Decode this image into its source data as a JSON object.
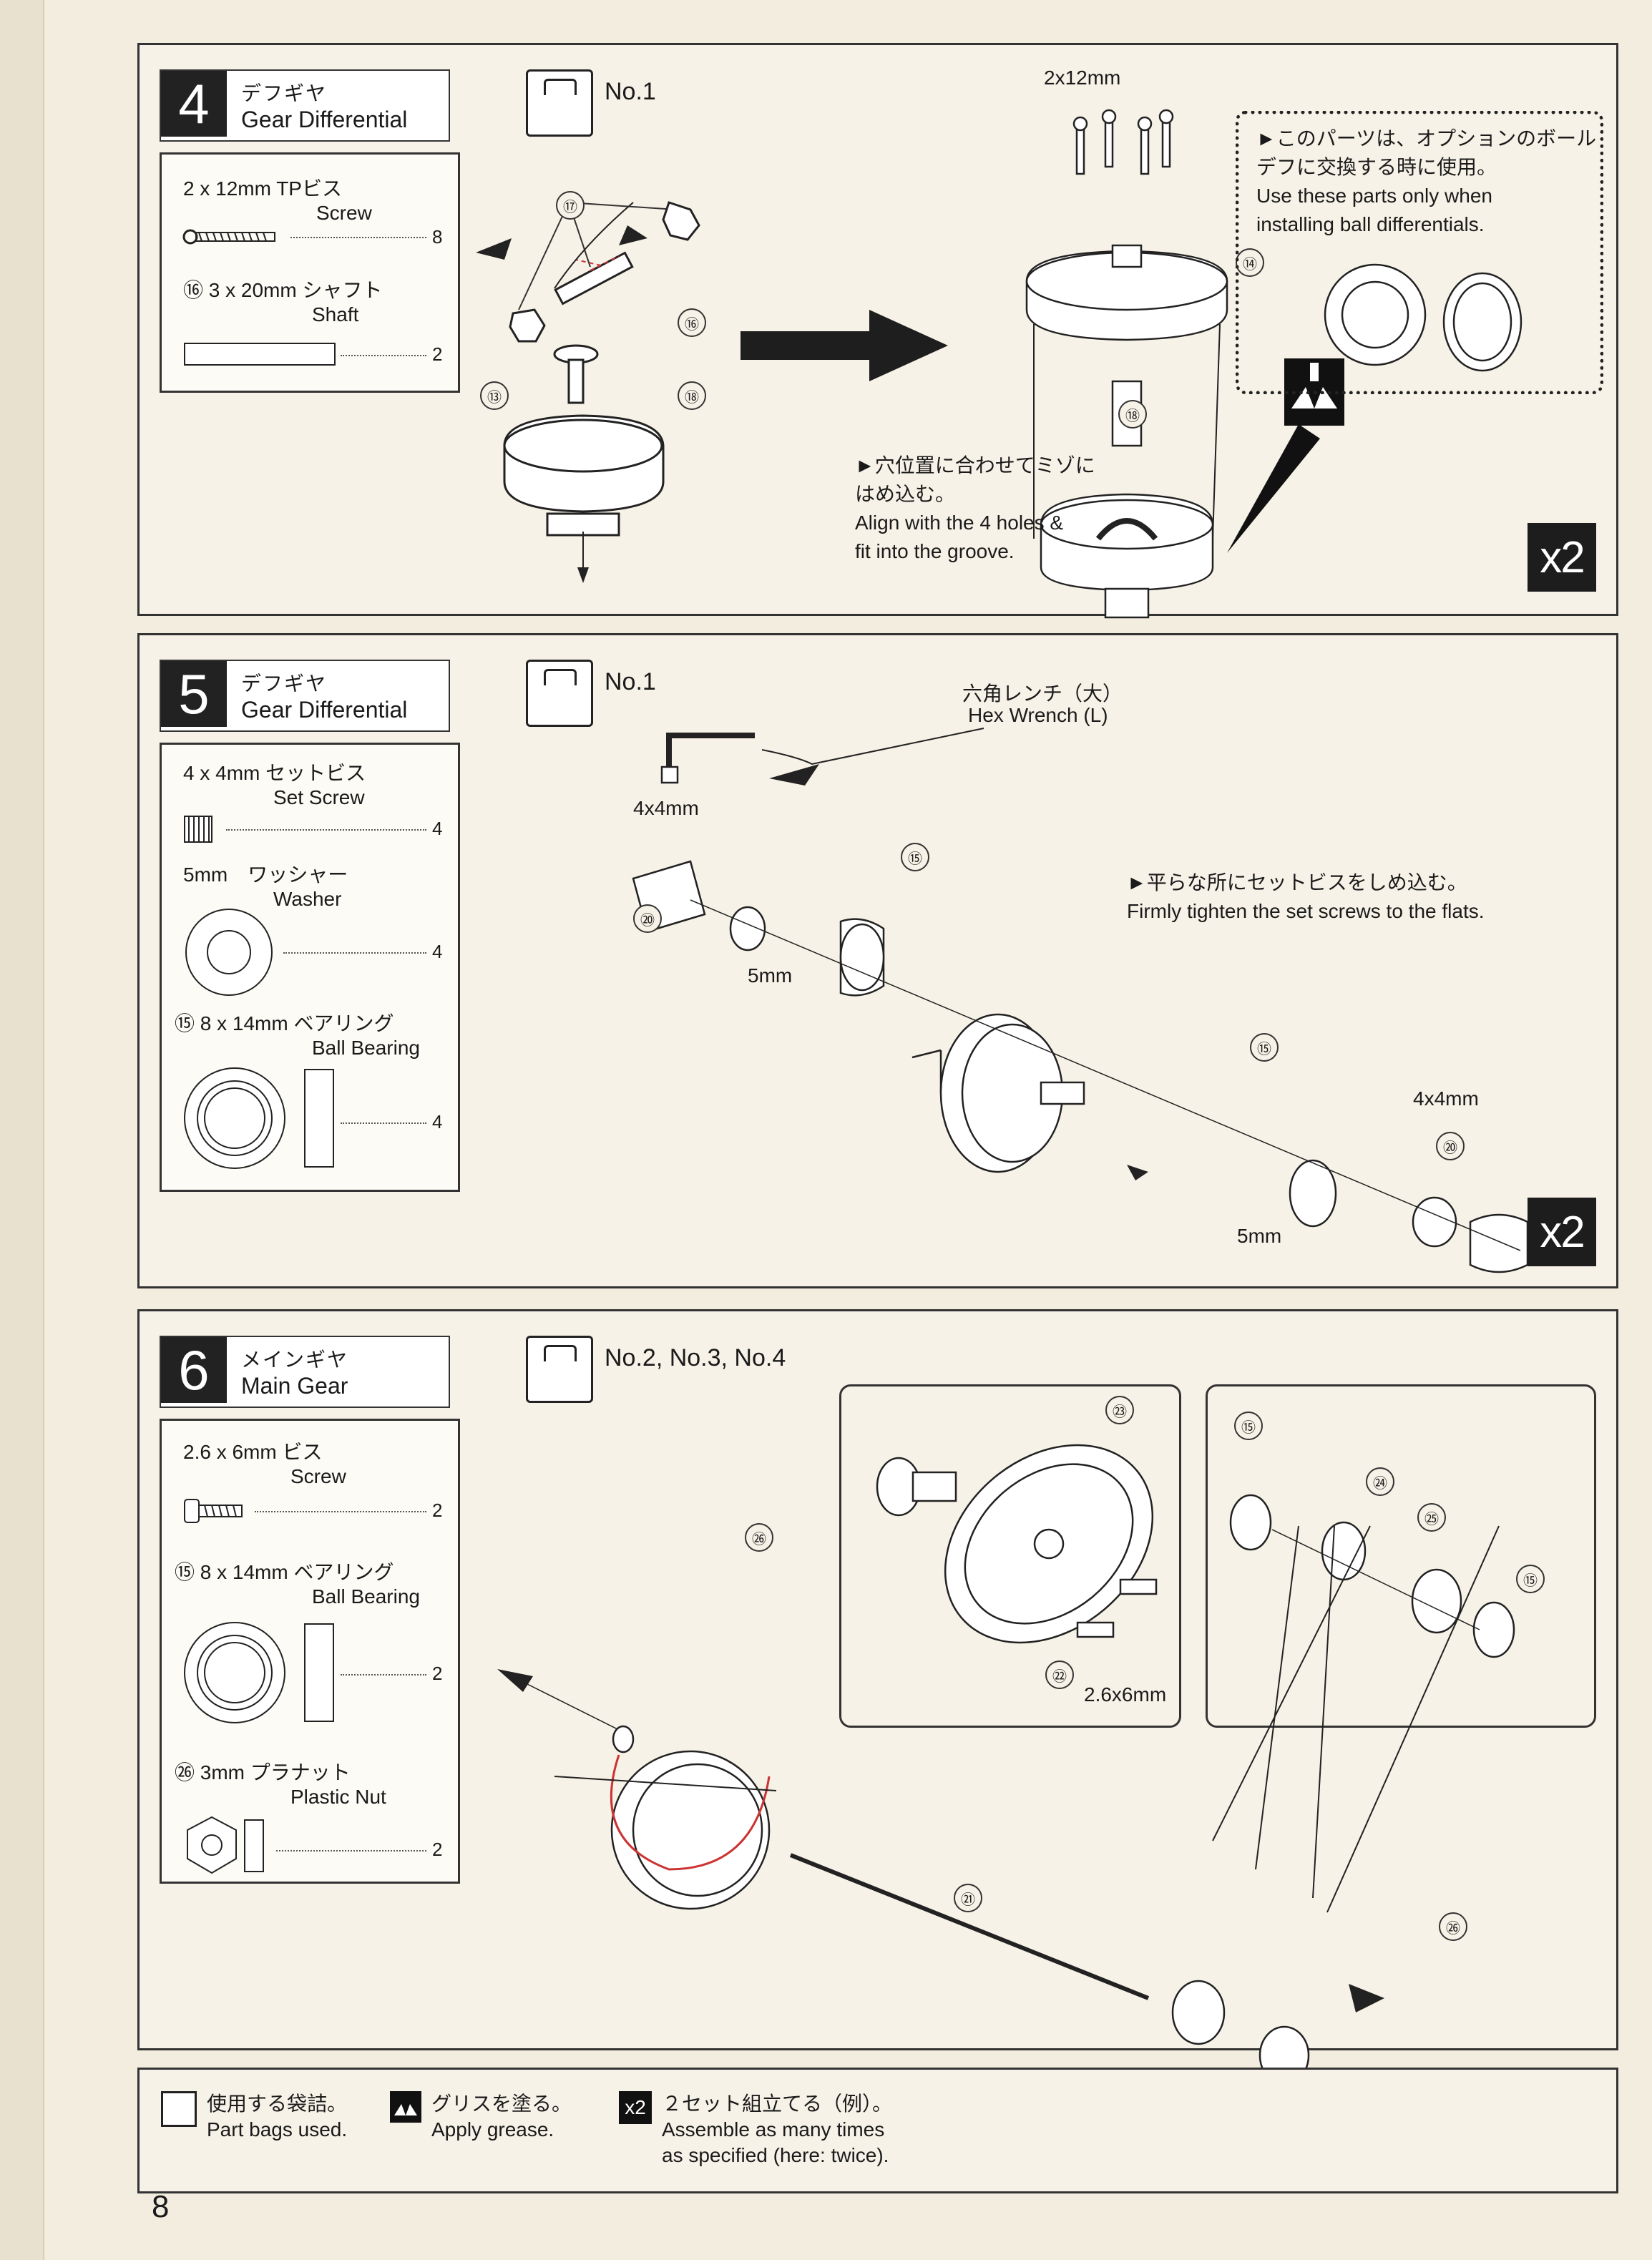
{
  "page_number": "8",
  "steps": [
    {
      "number": "4",
      "title_jp": "デフギヤ",
      "title_en": "Gear Differential",
      "bag": "No.1",
      "parts": [
        {
          "jp": "2 x 12mm TPビス",
          "en": "Screw",
          "qty": "8"
        },
        {
          "jp": "⑯ 3 x 20mm シャフト",
          "en": "Shaft",
          "qty": "2"
        }
      ],
      "callouts": [
        "⑰",
        "⑯",
        "⑱",
        "⑬",
        "⑭",
        "⑱"
      ],
      "screw_label": "2x12mm",
      "note_jp": "►穴位置に合わせてミゾに",
      "note_jp2": "はめ込む。",
      "note_en": "Align with the 4 holes &",
      "note_en2": "fit into the groove.",
      "option_jp": "►このパーツは、オプションのボール",
      "option_jp2": "デフに交換する時に使用。",
      "option_en": "Use these parts only when",
      "option_en2": "installing ball differentials.",
      "badge": "x2"
    },
    {
      "number": "5",
      "title_jp": "デフギヤ",
      "title_en": "Gear Differential",
      "bag": "No.1",
      "parts": [
        {
          "jp": "4 x 4mm セットビス",
          "en": "Set Screw",
          "qty": "4"
        },
        {
          "jp": "5mm　ワッシャー",
          "en": "Washer",
          "qty": "4"
        },
        {
          "jp": "⑮ 8 x 14mm ベアリング",
          "en": "Ball Bearing",
          "qty": "4"
        }
      ],
      "wrench_jp": "六角レンチ（大）",
      "wrench_en": "Hex Wrench (L)",
      "label_4x4_a": "4x4mm",
      "label_4x4_b": "4x4mm",
      "label_5mm_a": "5mm",
      "label_5mm_b": "5mm",
      "callouts": [
        "⑳",
        "⑮",
        "⑮",
        "⑳"
      ],
      "note_jp": "►平らな所にセットビスをしめ込む。",
      "note_en": "Firmly tighten the set screws to the flats.",
      "badge": "x2"
    },
    {
      "number": "6",
      "title_jp": "メインギヤ",
      "title_en": "Main Gear",
      "bag": "No.2, No.3, No.4",
      "parts": [
        {
          "jp": "2.6 x 6mm ビス",
          "en": "Screw",
          "qty": "2"
        },
        {
          "jp": "⑮ 8 x 14mm ベアリング",
          "en": "Ball Bearing",
          "qty": "2"
        },
        {
          "jp": "㉖ 3mm プラナット",
          "en": "Plastic Nut",
          "qty": "2"
        }
      ],
      "screw_label": "2.6x6mm",
      "callouts": [
        "㉖",
        "㉓",
        "㉒",
        "㉑",
        "⑮",
        "㉔",
        "㉕",
        "⑮",
        "㉖"
      ]
    }
  ],
  "legend": [
    {
      "jp": "使用する袋詰。",
      "en": "Part bags used."
    },
    {
      "jp": "グリスを塗る。",
      "en": "Apply grease."
    },
    {
      "jp": "２セット組立てる（例）。",
      "en": "Assemble as many times",
      "en2": "as specified (here: twice).",
      "icon": "x2"
    }
  ]
}
